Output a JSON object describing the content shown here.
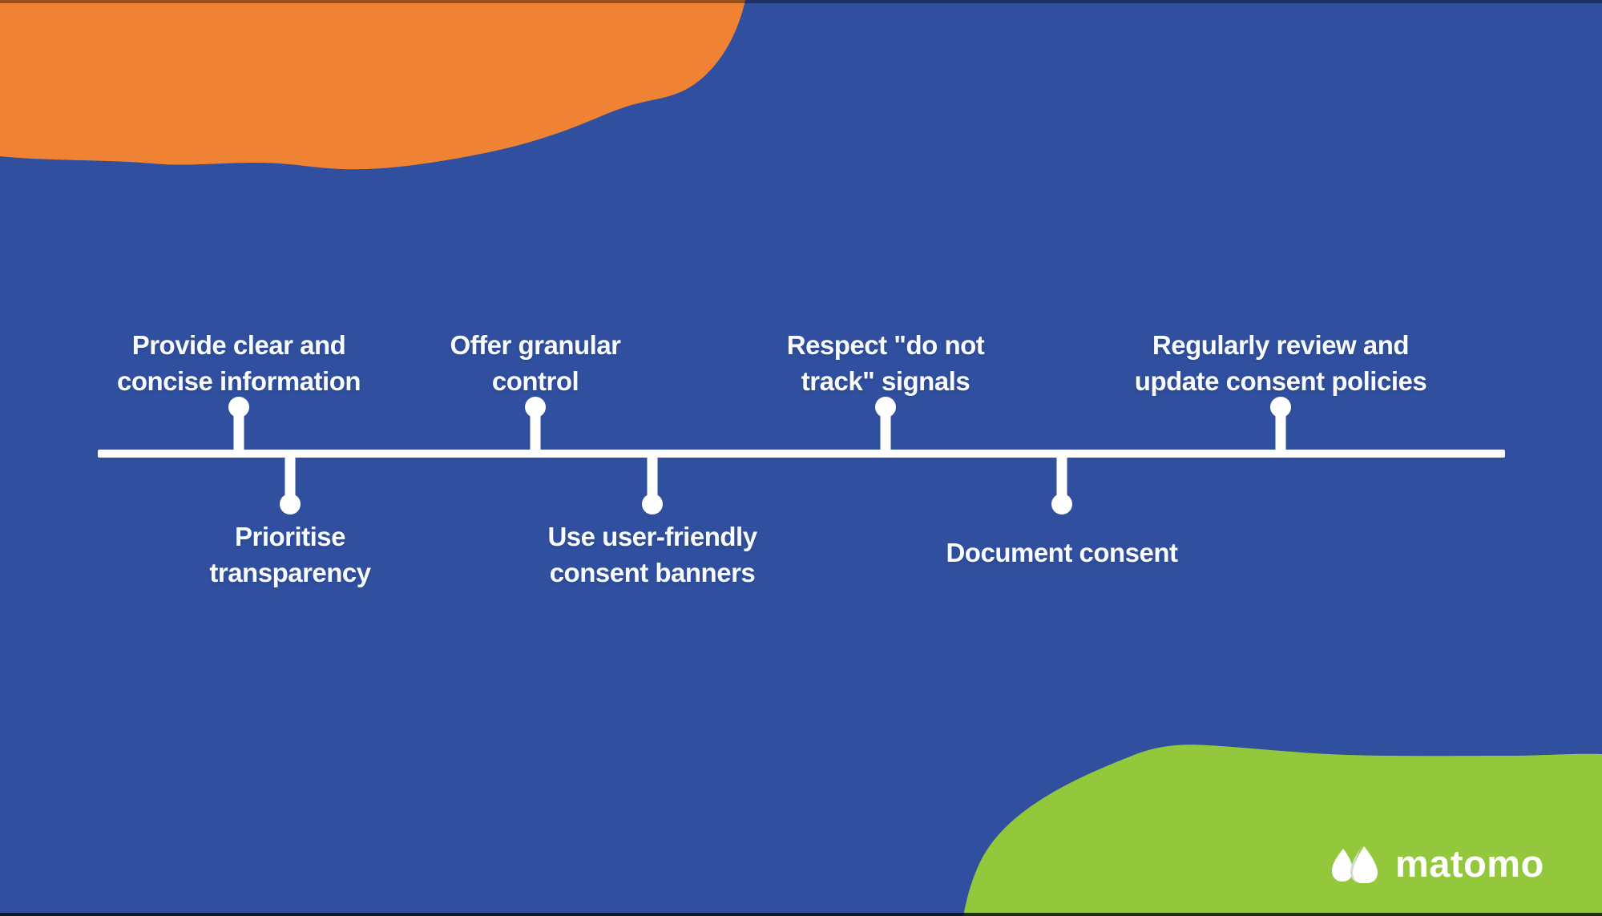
{
  "page": {
    "type": "timeline-infographic",
    "topic": "consent best practices"
  },
  "colors": {
    "background": "#30509F",
    "orange_blob": "#F08233",
    "green_blob": "#93C83D",
    "timeline": "#FFFFFF",
    "text": "#FAFBFF"
  },
  "timeline": {
    "items_above": [
      {
        "label": "Provide clear and\nconcise information"
      },
      {
        "label": "Offer granular\ncontrol"
      },
      {
        "label": "Respect \"do not\ntrack\" signals"
      },
      {
        "label": "Regularly review and\nupdate consent policies"
      }
    ],
    "items_below": [
      {
        "label": "Prioritise\ntransparency"
      },
      {
        "label": "Use user-friendly\nconsent banners"
      },
      {
        "label": "Document consent"
      }
    ]
  },
  "logo": {
    "brand": "matomo"
  }
}
